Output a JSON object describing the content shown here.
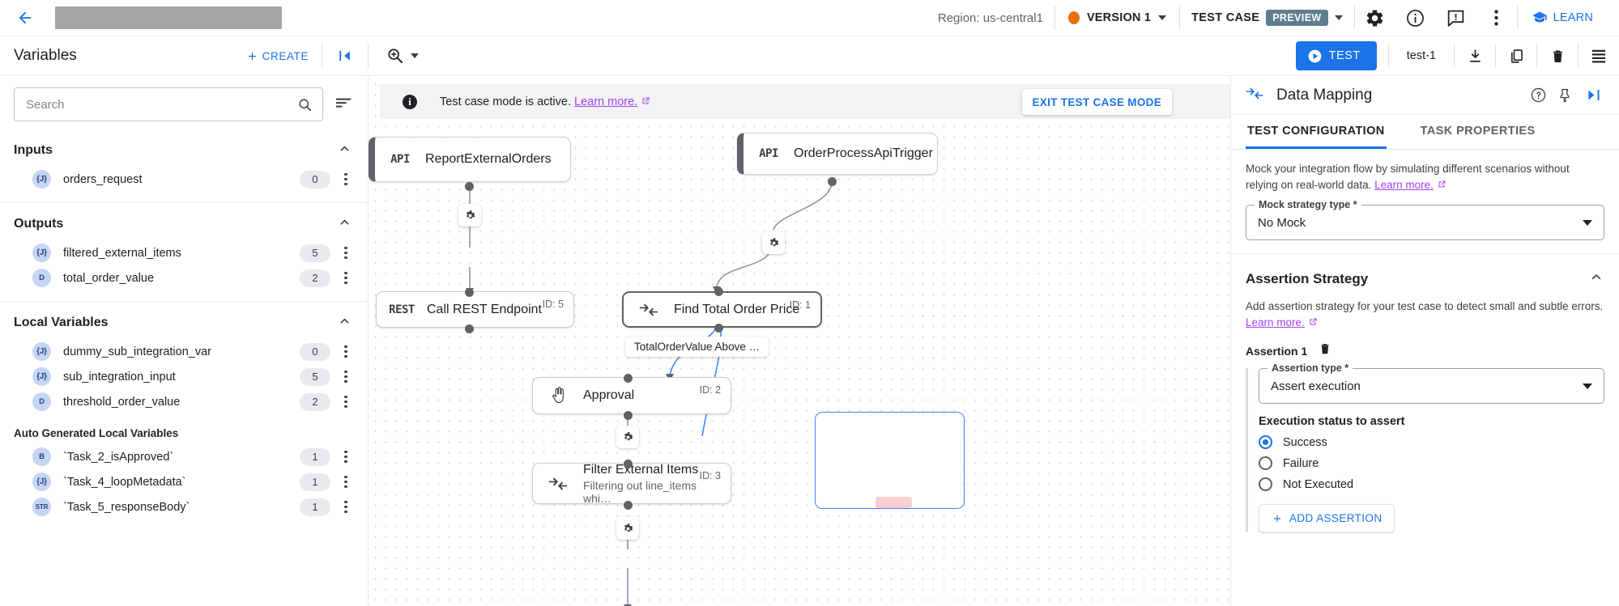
{
  "topbar": {
    "back_icon": "back-arrow-icon",
    "title_redacted": "",
    "region": "Region: us-central1",
    "version": "VERSION 1",
    "test_case_label": "TEST CASE",
    "preview_badge": "PREVIEW",
    "learn": "LEARN"
  },
  "subbar": {
    "variables_title": "Variables",
    "create_label": "CREATE",
    "test_label": "TEST",
    "test_name": "test-1"
  },
  "left_panel": {
    "search_placeholder": "Search",
    "search_value": "",
    "sections": [
      {
        "title": "Inputs",
        "items": [
          {
            "type": "{J}",
            "name": "orders_request",
            "count": "0"
          }
        ]
      },
      {
        "title": "Outputs",
        "items": [
          {
            "type": "{J}",
            "name": "filtered_external_items",
            "count": "5"
          },
          {
            "type": "D",
            "name": "total_order_value",
            "count": "2"
          }
        ]
      },
      {
        "title": "Local Variables",
        "items": [
          {
            "type": "{J}",
            "name": "dummy_sub_integration_var",
            "count": "0"
          },
          {
            "type": "{J}",
            "name": "sub_integration_input",
            "count": "5"
          },
          {
            "type": "D",
            "name": "threshold_order_value",
            "count": "2"
          }
        ],
        "subsection_title": "Auto Generated Local Variables",
        "subsection_items": [
          {
            "type": "B",
            "name": "`Task_2_isApproved`",
            "count": "1"
          },
          {
            "type": "{J}",
            "name": "`Task_4_loopMetadata`",
            "count": "1"
          },
          {
            "type": "STR",
            "name": "`Task_5_responseBody`",
            "count": "1"
          }
        ]
      }
    ]
  },
  "canvas": {
    "banner_text": "Test case mode is active.",
    "banner_link": "Learn more.",
    "exit_button": "EXIT TEST CASE MODE",
    "nodes": [
      {
        "tag": "API",
        "title": "ReportExternalOrders",
        "sub": "",
        "id": ""
      },
      {
        "tag": "API",
        "title": "OrderProcessApiTrigger",
        "sub": "",
        "id": ""
      },
      {
        "tag": "REST",
        "title": "Call REST Endpoint",
        "sub": "",
        "id": "ID: 5"
      },
      {
        "tag": "map",
        "title": "Find Total Order Price",
        "sub": "",
        "id": "ID: 1"
      },
      {
        "tag": "hand",
        "title": "Approval",
        "sub": "",
        "id": "ID: 2"
      },
      {
        "tag": "map",
        "title": "Filter External Items",
        "sub": "Filtering out line_items whi…",
        "id": "ID: 3"
      }
    ],
    "edge_label": "TotalOrderValue Above …"
  },
  "right_panel": {
    "title": "Data Mapping",
    "tabs": [
      {
        "label": "TEST CONFIGURATION",
        "active": true
      },
      {
        "label": "TASK PROPERTIES",
        "active": false
      }
    ],
    "mock_desc": "Mock your integration flow by simulating different scenarios without relying on real-world data.",
    "mock_link": "Learn more.",
    "mock_field_label": "Mock strategy type *",
    "mock_field_value": "No Mock",
    "assertion_section_title": "Assertion Strategy",
    "assertion_desc": "Add assertion strategy for your test case to detect small and subtle errors.",
    "assertion_link": "Learn more.",
    "assertion_1_label": "Assertion 1",
    "assertion_type_label": "Assertion type *",
    "assertion_type_value": "Assert execution",
    "exec_status_label": "Execution status to assert",
    "radios": [
      {
        "label": "Success",
        "selected": true
      },
      {
        "label": "Failure",
        "selected": false
      },
      {
        "label": "Not Executed",
        "selected": false
      }
    ],
    "add_assertion": "ADD ASSERTION"
  },
  "colors": {
    "accent_blue": "#1a73e8",
    "link_purple": "#a142f4",
    "version_orange": "#e8710a",
    "preview_badge_bg": "#5f7d8c"
  }
}
